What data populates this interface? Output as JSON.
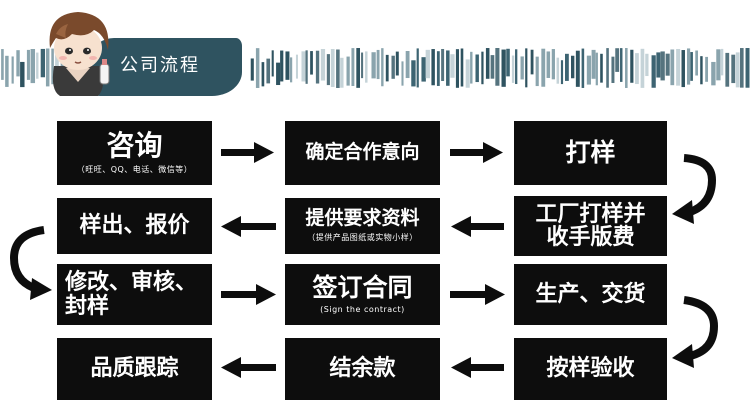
{
  "header": {
    "title": "公司流程"
  },
  "steps": {
    "consult": {
      "title": "咨询",
      "sub": "（旺旺、QQ、电话、微信等）"
    },
    "confirm": {
      "title": "确定合作意向"
    },
    "sample": {
      "title": "打样"
    },
    "quote": {
      "title": "样出、报价"
    },
    "require": {
      "title": "提供要求资料",
      "sub": "（提供产品图纸或实物小样）"
    },
    "fee": {
      "line1": "工厂打样并",
      "line2": "收手版费"
    },
    "revise": {
      "line1": "修改、审核、",
      "line2": "封样"
    },
    "contract": {
      "title": "签订合同",
      "sub": "(Sign the contract)"
    },
    "deliver": {
      "title": "生产、交货"
    },
    "track": {
      "title": "品质跟踪"
    },
    "balance": {
      "title": "结余款"
    },
    "accept": {
      "title": "按样验收"
    }
  },
  "colors": {
    "box": "#0d0d0d",
    "banner": "#2f5360",
    "text": "#ffffff"
  }
}
